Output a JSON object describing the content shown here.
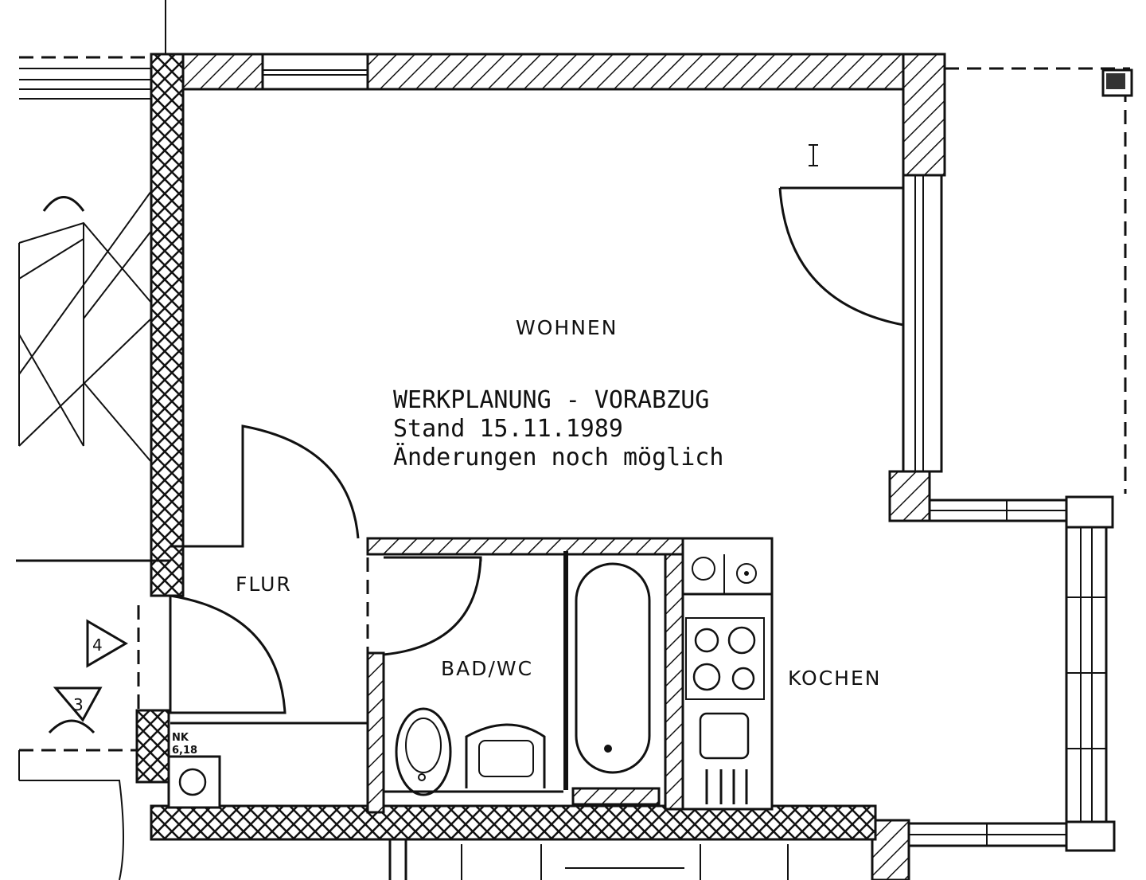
{
  "rooms": {
    "wohnen": "WOHNEN",
    "flur": "FLUR",
    "bad": "BAD/WC",
    "kochen": "KOCHEN",
    "nk": "NK",
    "nk_size": "6,18"
  },
  "note": {
    "line1": "WERKPLANUNG - VORABZUG",
    "line2": "Stand 15.11.1989",
    "line3": "Änderungen noch möglich"
  },
  "markers": {
    "m4": "4",
    "m3": "3"
  }
}
